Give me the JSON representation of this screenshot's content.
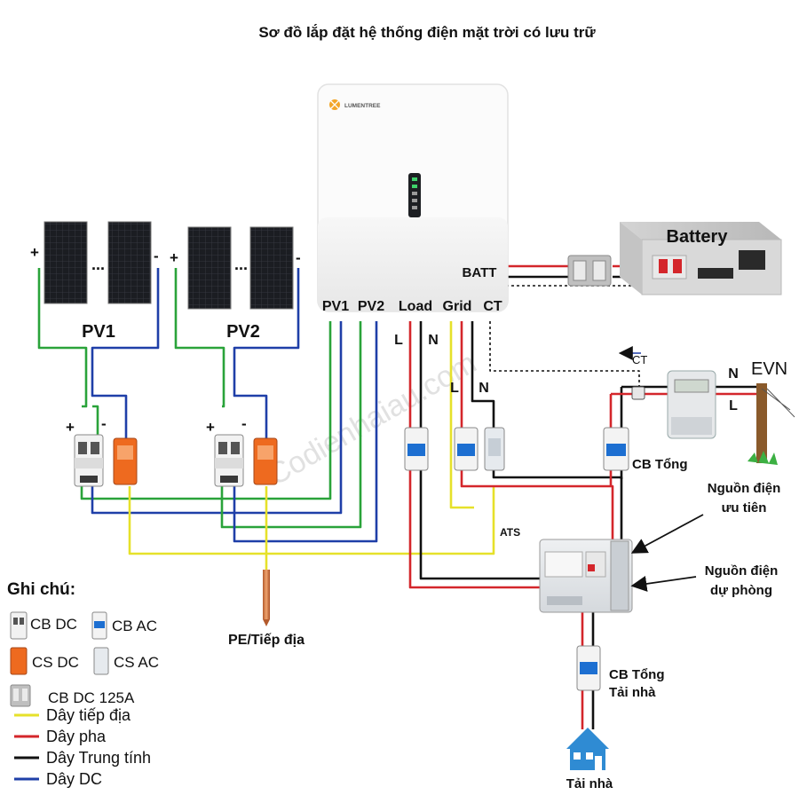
{
  "title": "Sơ đồ lắp đặt hệ thống điện mặt trời có lưu trữ",
  "inverter": {
    "brand": "LUMENTREE",
    "ports": [
      "PV1",
      "PV2",
      "Load",
      "Grid",
      "CT"
    ],
    "batt_label": "BATT"
  },
  "battery_label": "Battery",
  "pv1": {
    "label": "PV1",
    "plus": "+",
    "minus": "-",
    "dots": "..."
  },
  "pv2": {
    "label": "PV2",
    "plus": "+",
    "minus": "-",
    "dots": "..."
  },
  "breaker_pol": {
    "plus": "+",
    "minus": "-"
  },
  "load_pins": {
    "l": "L",
    "n": "N"
  },
  "grid_pins": {
    "l": "L",
    "n": "N"
  },
  "evn": {
    "label": "EVN",
    "n": "N",
    "l": "L",
    "ct": "CT"
  },
  "labels": {
    "cb_tong": "CB Tổng",
    "nguon_uu_tien_1": "Nguồn điện",
    "nguon_uu_tien_2": "ưu tiên",
    "nguon_du_phong_1": "Nguồn điện",
    "nguon_du_phong_2": "dự phòng",
    "ats": "ATS",
    "cb_tong_tai_nha_1": "CB Tổng",
    "cb_tong_tai_nha_2": "Tải nhà",
    "tai_nha": "Tải nhà",
    "pe": "PE/Tiếp địa"
  },
  "watermark": "Codienhaiau.com",
  "legend": {
    "title": "Ghi chú:",
    "items": [
      {
        "label": "CB DC"
      },
      {
        "label": "CB AC"
      },
      {
        "label": "CS DC"
      },
      {
        "label": "CS AC"
      },
      {
        "label": "CB DC 125A"
      }
    ],
    "wires": [
      {
        "label": "Dây tiếp địa",
        "color": "#e6e12a"
      },
      {
        "label": "Dây pha",
        "color": "#d4262b"
      },
      {
        "label": "Dây Trung tính",
        "color": "#111111"
      },
      {
        "label": "Dây DC",
        "color": "#1f3fa8"
      }
    ]
  },
  "colors": {
    "ground": "#e6e12a",
    "phase": "#d4262b",
    "neutral": "#111111",
    "dc_blue": "#1f3fa8",
    "dc_green": "#2aa33a",
    "breaker_blue": "#1d6fd1",
    "spd_orange": "#ee6a1f"
  }
}
